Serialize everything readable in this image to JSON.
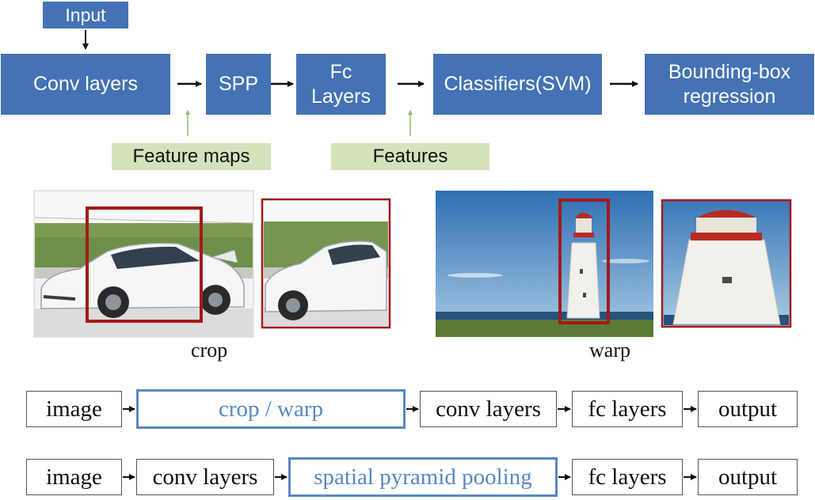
{
  "top_flow": {
    "input": "Input",
    "conv": "Conv layers",
    "spp": "SPP",
    "fc": "Fc\nLayers",
    "classifiers": "Classifiers(SVM)",
    "bbox": "Bounding-box\nregression",
    "feature_maps": "Feature maps",
    "features": "Features"
  },
  "images": {
    "crop_caption": "crop",
    "warp_caption": "warp"
  },
  "pipeline_1": [
    "image",
    "crop / warp",
    "conv layers",
    "fc layers",
    "output"
  ],
  "pipeline_2": [
    "image",
    "conv layers",
    "spatial pyramid pooling",
    "fc layers",
    "output"
  ],
  "colors": {
    "box_blue": "#4472b4",
    "label_green": "#d5e3bd",
    "highlight_blue": "#5b86c4",
    "crop_red": "#a31a1a"
  }
}
